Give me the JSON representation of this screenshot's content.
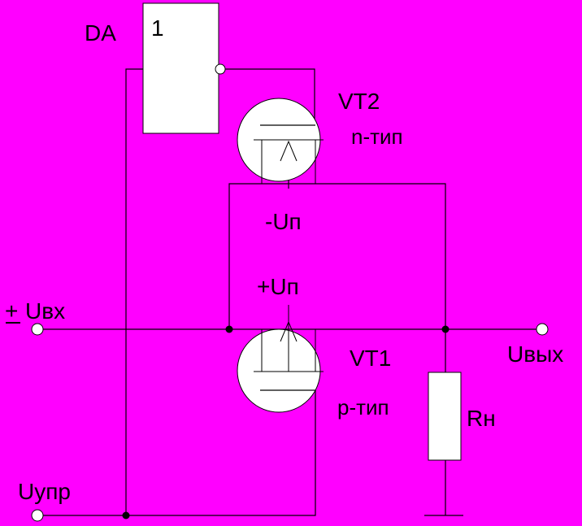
{
  "diagram": {
    "background": "#FF00FF",
    "labels": {
      "da": "DA",
      "da_pin": "1",
      "vt2": "VT2",
      "vt2_type": "n-тип",
      "minus_up": "-Uп",
      "plus_up": "+Uп",
      "uvx": "Uвх",
      "uvx_sign": "+",
      "vt1": "VT1",
      "vt1_type": "p-тип",
      "uvyx": "Uвых",
      "rn": "Rн",
      "uupr": "Uупр"
    }
  }
}
